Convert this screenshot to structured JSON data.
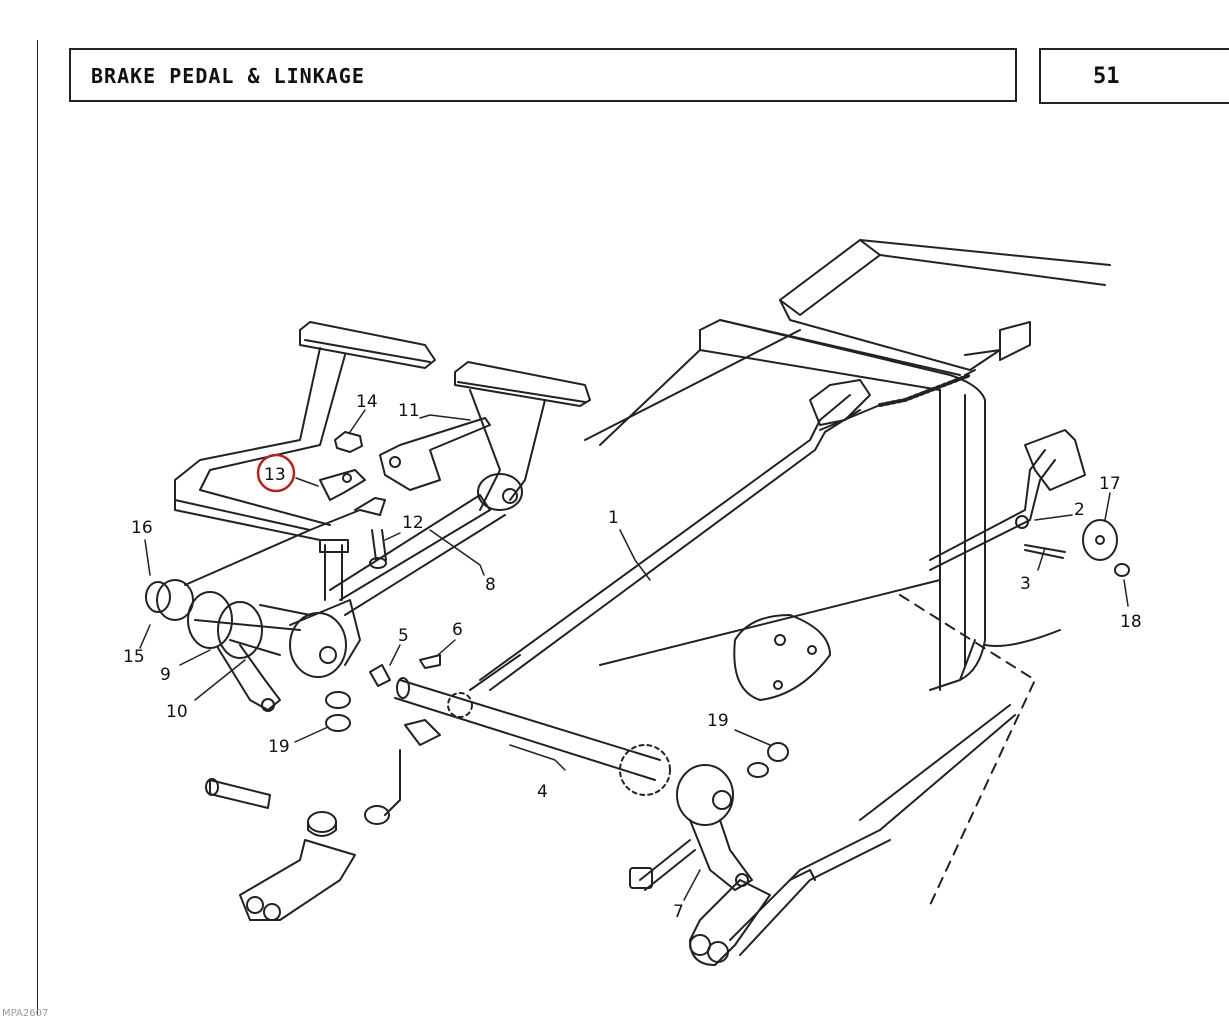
{
  "header": {
    "title": "BRAKE PEDAL & LINKAGE",
    "page_number": "51"
  },
  "footer": {
    "code": "MPA2607"
  },
  "highlight_color": "#b22222",
  "highlighted_callout": "13",
  "callouts": [
    {
      "id": "c1",
      "label": "1"
    },
    {
      "id": "c2",
      "label": "2"
    },
    {
      "id": "c3",
      "label": "3"
    },
    {
      "id": "c4",
      "label": "4"
    },
    {
      "id": "c5",
      "label": "5"
    },
    {
      "id": "c6",
      "label": "6"
    },
    {
      "id": "c7",
      "label": "7"
    },
    {
      "id": "c8",
      "label": "8"
    },
    {
      "id": "c9",
      "label": "9"
    },
    {
      "id": "c10",
      "label": "10"
    },
    {
      "id": "c11",
      "label": "11"
    },
    {
      "id": "c12",
      "label": "12"
    },
    {
      "id": "c13",
      "label": "13"
    },
    {
      "id": "c14",
      "label": "14"
    },
    {
      "id": "c15",
      "label": "15"
    },
    {
      "id": "c16",
      "label": "16"
    },
    {
      "id": "c17",
      "label": "17"
    },
    {
      "id": "c18",
      "label": "18"
    },
    {
      "id": "c19a",
      "label": "19"
    },
    {
      "id": "c19b",
      "label": "19"
    }
  ]
}
